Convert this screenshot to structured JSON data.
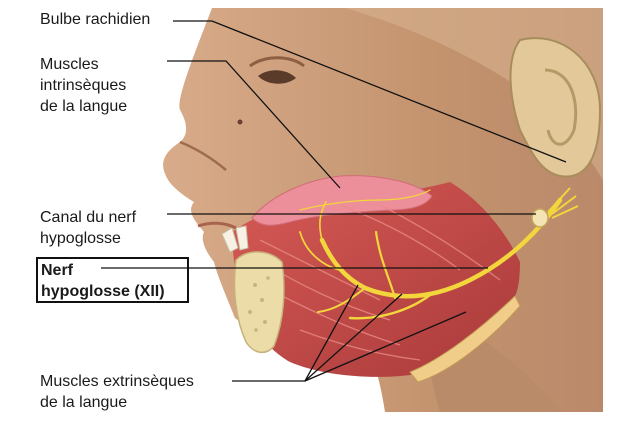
{
  "labels": {
    "bulbe": [
      "Bulbe rachidien"
    ],
    "muscles_intrinseques": [
      "Muscles",
      "intrinsèques",
      "de la langue"
    ],
    "canal": [
      "Canal du nerf",
      "hypoglosse"
    ],
    "nerf": [
      "Nerf",
      "hypoglosse (XII)"
    ],
    "muscles_extrinseques": [
      "Muscles extrinsèques",
      "de la langue"
    ]
  },
  "colors": {
    "skin": "#c99a78",
    "skin_shadow": "#a8775a",
    "muscle": "#c64a48",
    "tongue_top": "#e98a96",
    "nerve": "#f0d23a",
    "bone": "#ecdca8",
    "leader": "#111111"
  }
}
